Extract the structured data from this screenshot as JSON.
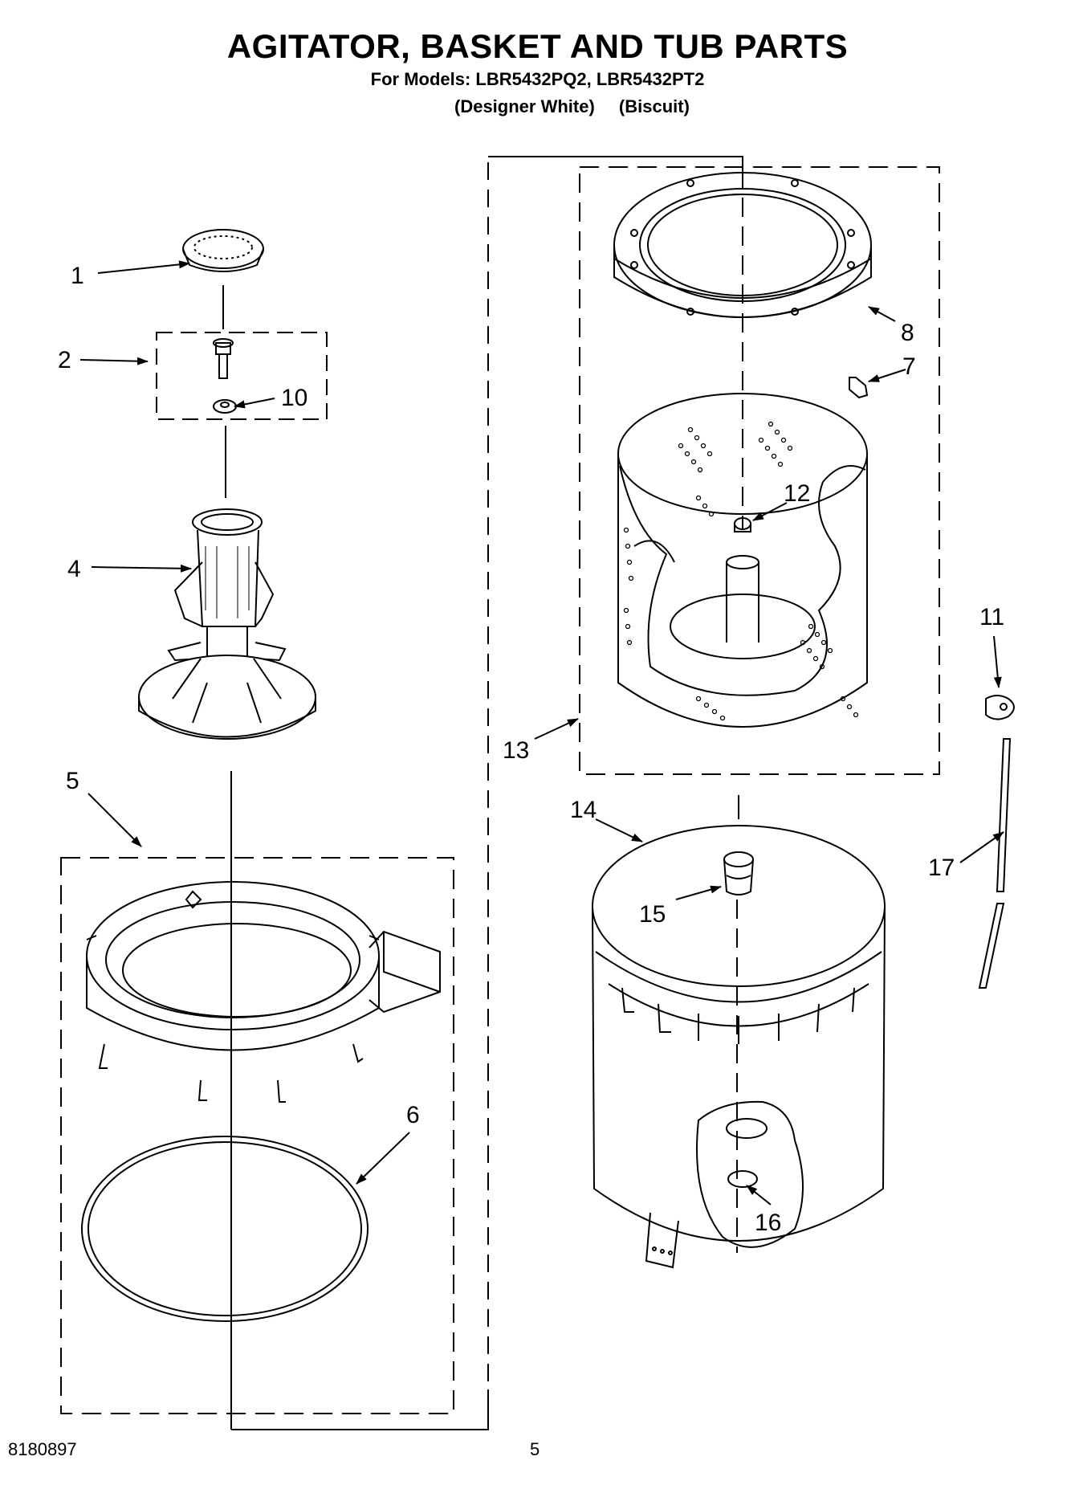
{
  "title": "AGITATOR, BASKET AND TUB PARTS",
  "subtitle": "For Models: LBR5432PQ2, LBR5432PT2",
  "variants": [
    "(Designer White)",
    "(Biscuit)"
  ],
  "callouts": {
    "c1": "1",
    "c2": "2",
    "c4": "4",
    "c5": "5",
    "c6": "6",
    "c7": "7",
    "c8": "8",
    "c10": "10",
    "c11": "11",
    "c12": "12",
    "c13": "13",
    "c14": "14",
    "c15": "15",
    "c16": "16",
    "c17": "17"
  },
  "footer": {
    "doc_number": "8180897",
    "page_number": "5"
  }
}
